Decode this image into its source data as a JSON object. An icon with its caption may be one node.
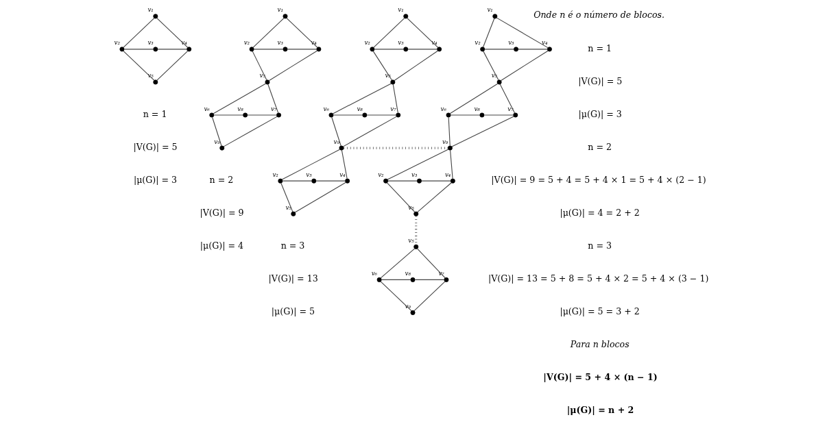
{
  "diagram": {
    "nodes": [
      {
        "text": [],
        "shape": "circle",
        "beside": [
          "v₁"
        ]
      },
      {
        "text": [],
        "shape": "circle",
        "beside": [
          "v₃"
        ]
      },
      {
        "text": [],
        "shape": "circle",
        "beside": [
          "v₂"
        ]
      },
      {
        "text": [],
        "shape": "circle",
        "beside": [
          "v₄"
        ]
      },
      {
        "text": [],
        "shape": "circle",
        "beside": [
          "v₅"
        ]
      },
      {
        "text": [],
        "shape": "circle",
        "beside": [
          "v₁"
        ]
      },
      {
        "text": [],
        "shape": "circle",
        "beside": [
          "v₃"
        ]
      },
      {
        "text": [],
        "shape": "circle",
        "beside": [
          "v₂"
        ]
      },
      {
        "text": [],
        "shape": "circle",
        "beside": [
          "v₄"
        ]
      },
      {
        "text": [],
        "shape": "circle",
        "beside": [
          "v₅"
        ]
      },
      {
        "text": [],
        "shape": "circle",
        "beside": [
          "v₆"
        ]
      },
      {
        "text": [],
        "shape": "circle",
        "beside": [
          "v₇"
        ]
      },
      {
        "text": [],
        "shape": "circle",
        "beside": [
          "v₈"
        ]
      },
      {
        "text": [],
        "shape": "circle",
        "beside": [
          "v₉"
        ]
      },
      {
        "text": [],
        "shape": "circle",
        "beside": [
          "v₁"
        ]
      },
      {
        "text": [],
        "shape": "circle",
        "beside": [
          "v₃"
        ]
      },
      {
        "text": [],
        "shape": "circle",
        "beside": [
          "v₂"
        ]
      },
      {
        "text": [],
        "shape": "circle",
        "beside": [
          "v₄"
        ]
      },
      {
        "text": [],
        "shape": "circle",
        "beside": [
          "v₅"
        ]
      },
      {
        "text": [],
        "shape": "circle",
        "beside": [
          "v₆"
        ]
      },
      {
        "text": [],
        "shape": "circle",
        "beside": [
          "v₇"
        ]
      },
      {
        "text": [],
        "shape": "circle",
        "beside": [
          "v₈"
        ]
      },
      {
        "text": [],
        "shape": "circle",
        "beside": [
          "v₉"
        ]
      },
      {
        "text": [],
        "shape": "circle",
        "beside": [
          "v₃"
        ]
      },
      {
        "text": [],
        "shape": "circle",
        "beside": [
          "v₂"
        ]
      },
      {
        "text": [],
        "shape": "circle",
        "beside": [
          "v₄"
        ]
      },
      {
        "text": [],
        "shape": "circle",
        "beside": [
          "v₅"
        ]
      },
      {
        "text": [],
        "shape": "circle",
        "beside": [
          "v₁"
        ]
      },
      {
        "text": [],
        "shape": "circle",
        "beside": [
          "v₃"
        ]
      },
      {
        "text": [],
        "shape": "circle",
        "beside": [
          "v₂"
        ]
      },
      {
        "text": [],
        "shape": "circle",
        "beside": [
          "v₄"
        ]
      },
      {
        "text": [],
        "shape": "circle",
        "beside": [
          "v₅"
        ]
      },
      {
        "text": [],
        "shape": "circle",
        "beside": [
          "v₆"
        ]
      },
      {
        "text": [],
        "shape": "circle",
        "beside": [
          "v₇"
        ]
      },
      {
        "text": [],
        "shape": "circle",
        "beside": [
          "v₈"
        ]
      },
      {
        "text": [],
        "shape": "circle",
        "beside": [
          "v₉"
        ]
      },
      {
        "text": [],
        "shape": "circle",
        "beside": [
          "v₃"
        ]
      },
      {
        "text": [],
        "shape": "circle",
        "beside": [
          "v₂"
        ]
      },
      {
        "text": [],
        "shape": "circle",
        "beside": [
          "v₄"
        ]
      },
      {
        "text": [],
        "shape": "circle",
        "beside": [
          "v₅"
        ]
      },
      {
        "text": [],
        "shape": "circle",
        "beside": [
          "v₅"
        ]
      },
      {
        "text": [],
        "shape": "circle",
        "beside": [
          "v₆"
        ]
      },
      {
        "text": [],
        "shape": "circle",
        "beside": [
          "v₇"
        ]
      },
      {
        "text": [],
        "shape": "circle",
        "beside": [
          "v₈"
        ]
      },
      {
        "text": [],
        "shape": "circle",
        "beside": [
          "v₉"
        ]
      }
    ],
    "edges": [
      {
        "from": 0,
        "to": 2,
        "arrow": "none"
      },
      {
        "from": 0,
        "to": 3,
        "arrow": "none"
      },
      {
        "from": 2,
        "to": 1,
        "arrow": "none"
      },
      {
        "from": 1,
        "to": 3,
        "arrow": "none"
      },
      {
        "from": 2,
        "to": 4,
        "arrow": "none"
      },
      {
        "from": 3,
        "to": 4,
        "arrow": "none"
      },
      {
        "from": 5,
        "to": 7,
        "arrow": "none"
      },
      {
        "from": 5,
        "to": 8,
        "arrow": "none"
      },
      {
        "from": 7,
        "to": 6,
        "arrow": "none"
      },
      {
        "from": 6,
        "to": 8,
        "arrow": "none"
      },
      {
        "from": 7,
        "to": 9,
        "arrow": "none"
      },
      {
        "from": 8,
        "to": 9,
        "arrow": "none"
      },
      {
        "from": 9,
        "to": 10,
        "arrow": "none"
      },
      {
        "from": 9,
        "to": 11,
        "arrow": "none"
      },
      {
        "from": 10,
        "to": 12,
        "arrow": "none"
      },
      {
        "from": 12,
        "to": 11,
        "arrow": "none"
      },
      {
        "from": 10,
        "to": 13,
        "arrow": "none"
      },
      {
        "from": 11,
        "to": 13,
        "arrow": "none"
      },
      {
        "from": 14,
        "to": 16,
        "arrow": "none"
      },
      {
        "from": 14,
        "to": 17,
        "arrow": "none"
      },
      {
        "from": 16,
        "to": 15,
        "arrow": "none"
      },
      {
        "from": 15,
        "to": 17,
        "arrow": "none"
      },
      {
        "from": 16,
        "to": 18,
        "arrow": "none"
      },
      {
        "from": 17,
        "to": 18,
        "arrow": "none"
      },
      {
        "from": 18,
        "to": 19,
        "arrow": "none"
      },
      {
        "from": 18,
        "to": 20,
        "arrow": "none"
      },
      {
        "from": 19,
        "to": 21,
        "arrow": "none"
      },
      {
        "from": 21,
        "to": 20,
        "arrow": "none"
      },
      {
        "from": 19,
        "to": 22,
        "arrow": "none"
      },
      {
        "from": 20,
        "to": 22,
        "arrow": "none"
      },
      {
        "from": 22,
        "to": 24,
        "arrow": "none"
      },
      {
        "from": 22,
        "to": 25,
        "arrow": "none"
      },
      {
        "from": 24,
        "to": 23,
        "arrow": "none"
      },
      {
        "from": 23,
        "to": 25,
        "arrow": "none"
      },
      {
        "from": 24,
        "to": 26,
        "arrow": "none"
      },
      {
        "from": 25,
        "to": 26,
        "arrow": "none"
      },
      {
        "from": 22,
        "to": 35,
        "arrow": "none",
        "style": "dashed"
      },
      {
        "from": 27,
        "to": 29,
        "arrow": "none"
      },
      {
        "from": 27,
        "to": 30,
        "arrow": "none"
      },
      {
        "from": 29,
        "to": 28,
        "arrow": "none"
      },
      {
        "from": 28,
        "to": 30,
        "arrow": "none"
      },
      {
        "from": 29,
        "to": 31,
        "arrow": "none"
      },
      {
        "from": 30,
        "to": 31,
        "arrow": "none"
      },
      {
        "from": 31,
        "to": 32,
        "arrow": "none"
      },
      {
        "from": 31,
        "to": 33,
        "arrow": "none"
      },
      {
        "from": 32,
        "to": 34,
        "arrow": "none"
      },
      {
        "from": 34,
        "to": 33,
        "arrow": "none"
      },
      {
        "from": 32,
        "to": 35,
        "arrow": "none"
      },
      {
        "from": 33,
        "to": 35,
        "arrow": "none"
      },
      {
        "from": 35,
        "to": 37,
        "arrow": "none"
      },
      {
        "from": 35,
        "to": 38,
        "arrow": "none"
      },
      {
        "from": 37,
        "to": 36,
        "arrow": "none"
      },
      {
        "from": 36,
        "to": 38,
        "arrow": "none"
      },
      {
        "from": 37,
        "to": 39,
        "arrow": "none"
      },
      {
        "from": 38,
        "to": 39,
        "arrow": "none"
      },
      {
        "from": 39,
        "to": 40,
        "arrow": "none",
        "style": "dashed"
      },
      {
        "from": 40,
        "to": 41,
        "arrow": "none"
      },
      {
        "from": 40,
        "to": 42,
        "arrow": "none"
      },
      {
        "from": 41,
        "to": 43,
        "arrow": "none"
      },
      {
        "from": 43,
        "to": 42,
        "arrow": "none"
      },
      {
        "from": 41,
        "to": 44,
        "arrow": "none"
      },
      {
        "from": 42,
        "to": 44,
        "arrow": "none"
      }
    ],
    "labels": [
      "n = 1",
      "|V(G)| = 5",
      "|μ(G)| = 3",
      "n = 2",
      "|V(G)| = 9",
      "|μ(G)| = 4",
      "n = 3",
      "|V(G)| = 13",
      "|μ(G)| = 5",
      "Onde n é o número de blocos.",
      "n = 1",
      "|V(G)| = 5",
      "|μ(G)| = 3",
      "n = 2",
      "|V(G)| = 9 = 5 + 4 = 5 + 4 × 1 = 5 + 4 × (2 − 1)",
      "|μ(G)| = 4 = 2 + 2",
      "n = 3",
      "|V(G)| = 13 = 5 + 8 = 5 + 4 × 2 = 5 + 4 × (3 − 1)",
      "|μ(G)| = 5 = 3 + 2",
      "Para n blocos",
      "|V(G)| = 5 + 4 × (n − 1)",
      "|μ(G)| = n + 2"
    ]
  }
}
